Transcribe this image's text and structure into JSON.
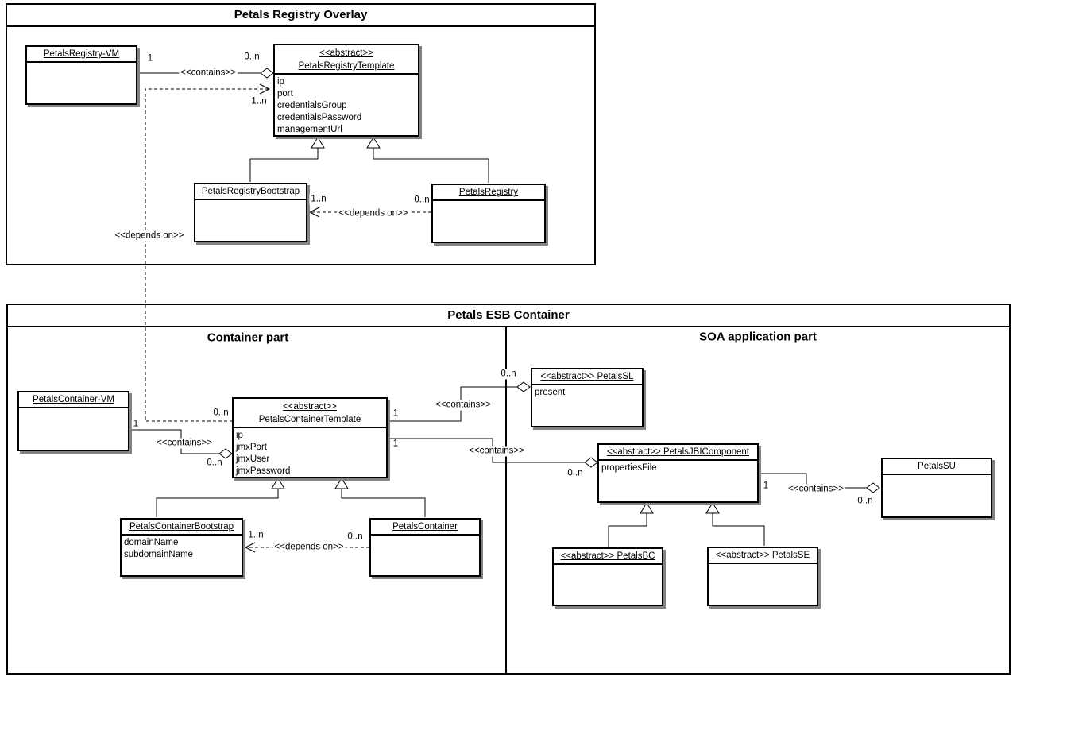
{
  "frames": {
    "registry": {
      "title": "Petals Registry Overlay"
    },
    "esb": {
      "title": "Petals ESB Container",
      "container_part": "Container part",
      "soa_part": "SOA application part"
    }
  },
  "classes": {
    "registry_vm": {
      "name": "PetalsRegistry-VM",
      "attrs": []
    },
    "registry_template": {
      "stereotype": "<<abstract>>",
      "name": "PetalsRegistryTemplate",
      "attrs": [
        "ip",
        "port",
        "credentialsGroup",
        "credentialsPassword",
        "managementUrl"
      ]
    },
    "registry_bootstrap": {
      "name": "PetalsRegistryBootstrap",
      "attrs": []
    },
    "registry": {
      "name": "PetalsRegistry",
      "attrs": []
    },
    "container_vm": {
      "name": "PetalsContainer-VM",
      "attrs": []
    },
    "container_template": {
      "stereotype": "<<abstract>>",
      "name": "PetalsContainerTemplate",
      "attrs": [
        "ip",
        "jmxPort",
        "jmxUser",
        "jmxPassword"
      ]
    },
    "container_bootstrap": {
      "name": "PetalsContainerBootstrap",
      "attrs": [
        "domainName",
        "subdomainName"
      ]
    },
    "container": {
      "name": "PetalsContainer",
      "attrs": []
    },
    "sl": {
      "stereotype": "<<abstract>>",
      "name": "PetalsSL",
      "attrs": [
        "present"
      ]
    },
    "jbi_component": {
      "stereotype": "<<abstract>>",
      "name": "PetalsJBIComponent",
      "attrs": [
        "propertiesFile"
      ]
    },
    "su": {
      "name": "PetalsSU",
      "attrs": []
    },
    "bc": {
      "stereotype": "<<abstract>>",
      "name": "PetalsBC",
      "attrs": []
    },
    "se": {
      "stereotype": "<<abstract>>",
      "name": "PetalsSE",
      "attrs": []
    }
  },
  "labels": {
    "contains": "<<contains>>",
    "depends_on": "<<depends on>>",
    "one": "1",
    "zero_to_n": "0..n",
    "one_to_n": "1..n"
  },
  "colors": {
    "line": "#000000",
    "background": "#ffffff",
    "shadow": "#838383"
  }
}
